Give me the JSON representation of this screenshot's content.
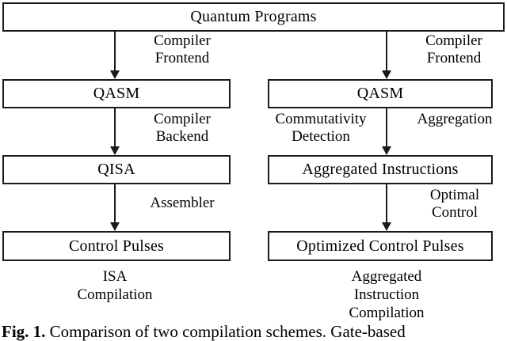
{
  "figure": {
    "caption_bold": "Fig. 1.",
    "caption_text": " Comparison of two compilation schemes. Gate-based"
  },
  "diagram": {
    "top_node": {
      "label": "Quantum Programs"
    },
    "left_column": {
      "nodes": [
        {
          "label": "QASM"
        },
        {
          "label": "QISA"
        },
        {
          "label": "Control Pulses"
        }
      ],
      "edge_labels": [
        {
          "label": "Compiler\nFrontend"
        },
        {
          "label": "Compiler\nBackend"
        },
        {
          "label": "Assembler"
        }
      ],
      "scheme_label": "ISA\nCompilation"
    },
    "right_column": {
      "nodes": [
        {
          "label": "QASM"
        },
        {
          "label": "Aggregated Instructions"
        },
        {
          "label": "Optimized Control Pulses"
        }
      ],
      "edge_labels": [
        {
          "label": "Compiler\nFrontend"
        },
        {
          "label": "Commutativity\nDetection"
        },
        {
          "label": "Aggregation"
        },
        {
          "label": "Optimal\nControl"
        }
      ],
      "scheme_label": "Aggregated\nInstruction\nCompilation"
    }
  },
  "colors": {
    "stroke": "#1a1a1a",
    "background": "#ffffff",
    "text": "#000000"
  }
}
